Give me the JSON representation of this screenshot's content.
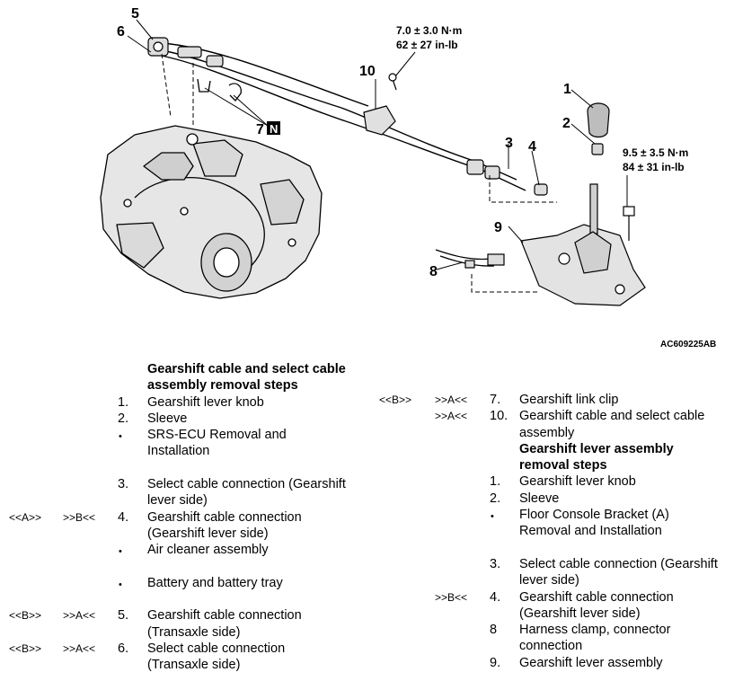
{
  "figure": {
    "callouts": [
      "1",
      "2",
      "3",
      "4",
      "5",
      "6",
      "7",
      "8",
      "9",
      "10"
    ],
    "n_badge": "N",
    "torque_top": [
      "7.0 ± 3.0 N·m",
      "62 ± 27 in-lb"
    ],
    "torque_right": [
      "9.5 ± 3.5 N·m",
      "84 ± 31 in-lb"
    ],
    "figure_id": "AC609225AB"
  },
  "left_section": {
    "heading_line1": "Gearshift cable and select cable",
    "heading_line2": "assembly removal steps",
    "steps": [
      {
        "mark1": "",
        "mark2": "",
        "num": "1.",
        "text1": "Gearshift lever knob",
        "text2": ""
      },
      {
        "mark1": "",
        "mark2": "",
        "num": "2.",
        "text1": "Sleeve",
        "text2": ""
      },
      {
        "mark1": "",
        "mark2": "",
        "num": "•",
        "text1": "SRS-ECU Removal and",
        "text2": "Installation"
      },
      {
        "mark1": "",
        "mark2": "",
        "num": "3.",
        "text1": "Select cable connection (Gearshift",
        "text2": "lever side)"
      },
      {
        "mark1": "<<A>>",
        "mark2": ">>B<<",
        "num": "4.",
        "text1": "Gearshift cable connection",
        "text2": "(Gearshift lever side)"
      },
      {
        "mark1": "",
        "mark2": "",
        "num": "•",
        "text1": "Air cleaner assembly",
        "text2": ""
      },
      {
        "mark1": "",
        "mark2": "",
        "num": "•",
        "text1": "Battery and battery tray",
        "text2": ""
      },
      {
        "mark1": "<<B>>",
        "mark2": ">>A<<",
        "num": "5.",
        "text1": "Gearshift cable connection",
        "text2": "(Transaxle side)"
      },
      {
        "mark1": "<<B>>",
        "mark2": ">>A<<",
        "num": "6.",
        "text1": "Select cable connection",
        "text2": "(Transaxle side)"
      }
    ]
  },
  "right_section": {
    "top_steps": [
      {
        "mark1": "<<B>>",
        "mark2": ">>A<<",
        "num": "7.",
        "text1": "Gearshift link clip",
        "text2": ""
      },
      {
        "mark1": "",
        "mark2": ">>A<<",
        "num": "10.",
        "text1": "Gearshift cable and select cable",
        "text2": "assembly"
      }
    ],
    "heading_line1": "Gearshift lever assembly",
    "heading_line2": "removal steps",
    "steps": [
      {
        "mark2": "",
        "num": "1.",
        "text1": "Gearshift lever knob",
        "text2": ""
      },
      {
        "mark2": "",
        "num": "2.",
        "text1": "Sleeve",
        "text2": ""
      },
      {
        "mark2": "",
        "num": "•",
        "text1": "Floor Console Bracket (A)",
        "text2": "Removal and Installation"
      },
      {
        "mark2": "",
        "num": "3.",
        "text1": "Select cable connection (Gearshift",
        "text2": "lever side)"
      },
      {
        "mark2": ">>B<<",
        "num": "4.",
        "text1": "Gearshift cable connection",
        "text2": "(Gearshift lever side)"
      },
      {
        "mark2": "",
        "num": "8",
        "text1": "Harness clamp, connector",
        "text2": "connection"
      },
      {
        "mark2": "",
        "num": "9.",
        "text1": "Gearshift lever assembly",
        "text2": ""
      }
    ]
  }
}
